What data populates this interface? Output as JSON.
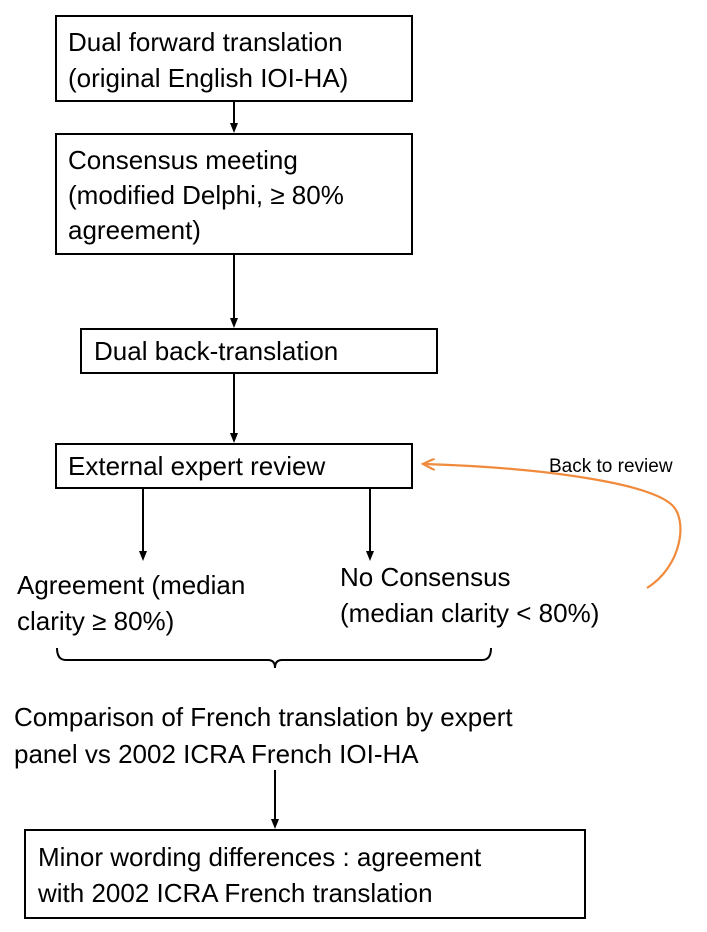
{
  "nodes": {
    "forward_translation": {
      "line1": "Dual forward translation",
      "line2": "(original English IOI-HA)"
    },
    "consensus_meeting": {
      "line1": "Consensus meeting",
      "line2": "(modified Delphi, ≥  80%",
      "line3": "agreement)"
    },
    "back_translation": {
      "line1": "Dual back-translation"
    },
    "expert_review": {
      "line1": "External expert review"
    },
    "agreement": {
      "line1": "Agreement (median",
      "line2": "clarity ≥ 80%)"
    },
    "no_consensus": {
      "line1": "No Consensus",
      "line2": "(median clarity < 80%)"
    },
    "comparison": {
      "line1": "Comparison of French translation by expert",
      "line2": "panel vs 2002 ICRA French IOI-HA"
    },
    "minor_differences": {
      "line1": "Minor wording differences : agreement",
      "line2": "with 2002 ICRA French translation"
    }
  },
  "edges": {
    "back_to_review_label": "Back to review"
  },
  "colors": {
    "line": "#000000",
    "feedback_arrow": "#f08a3c"
  }
}
